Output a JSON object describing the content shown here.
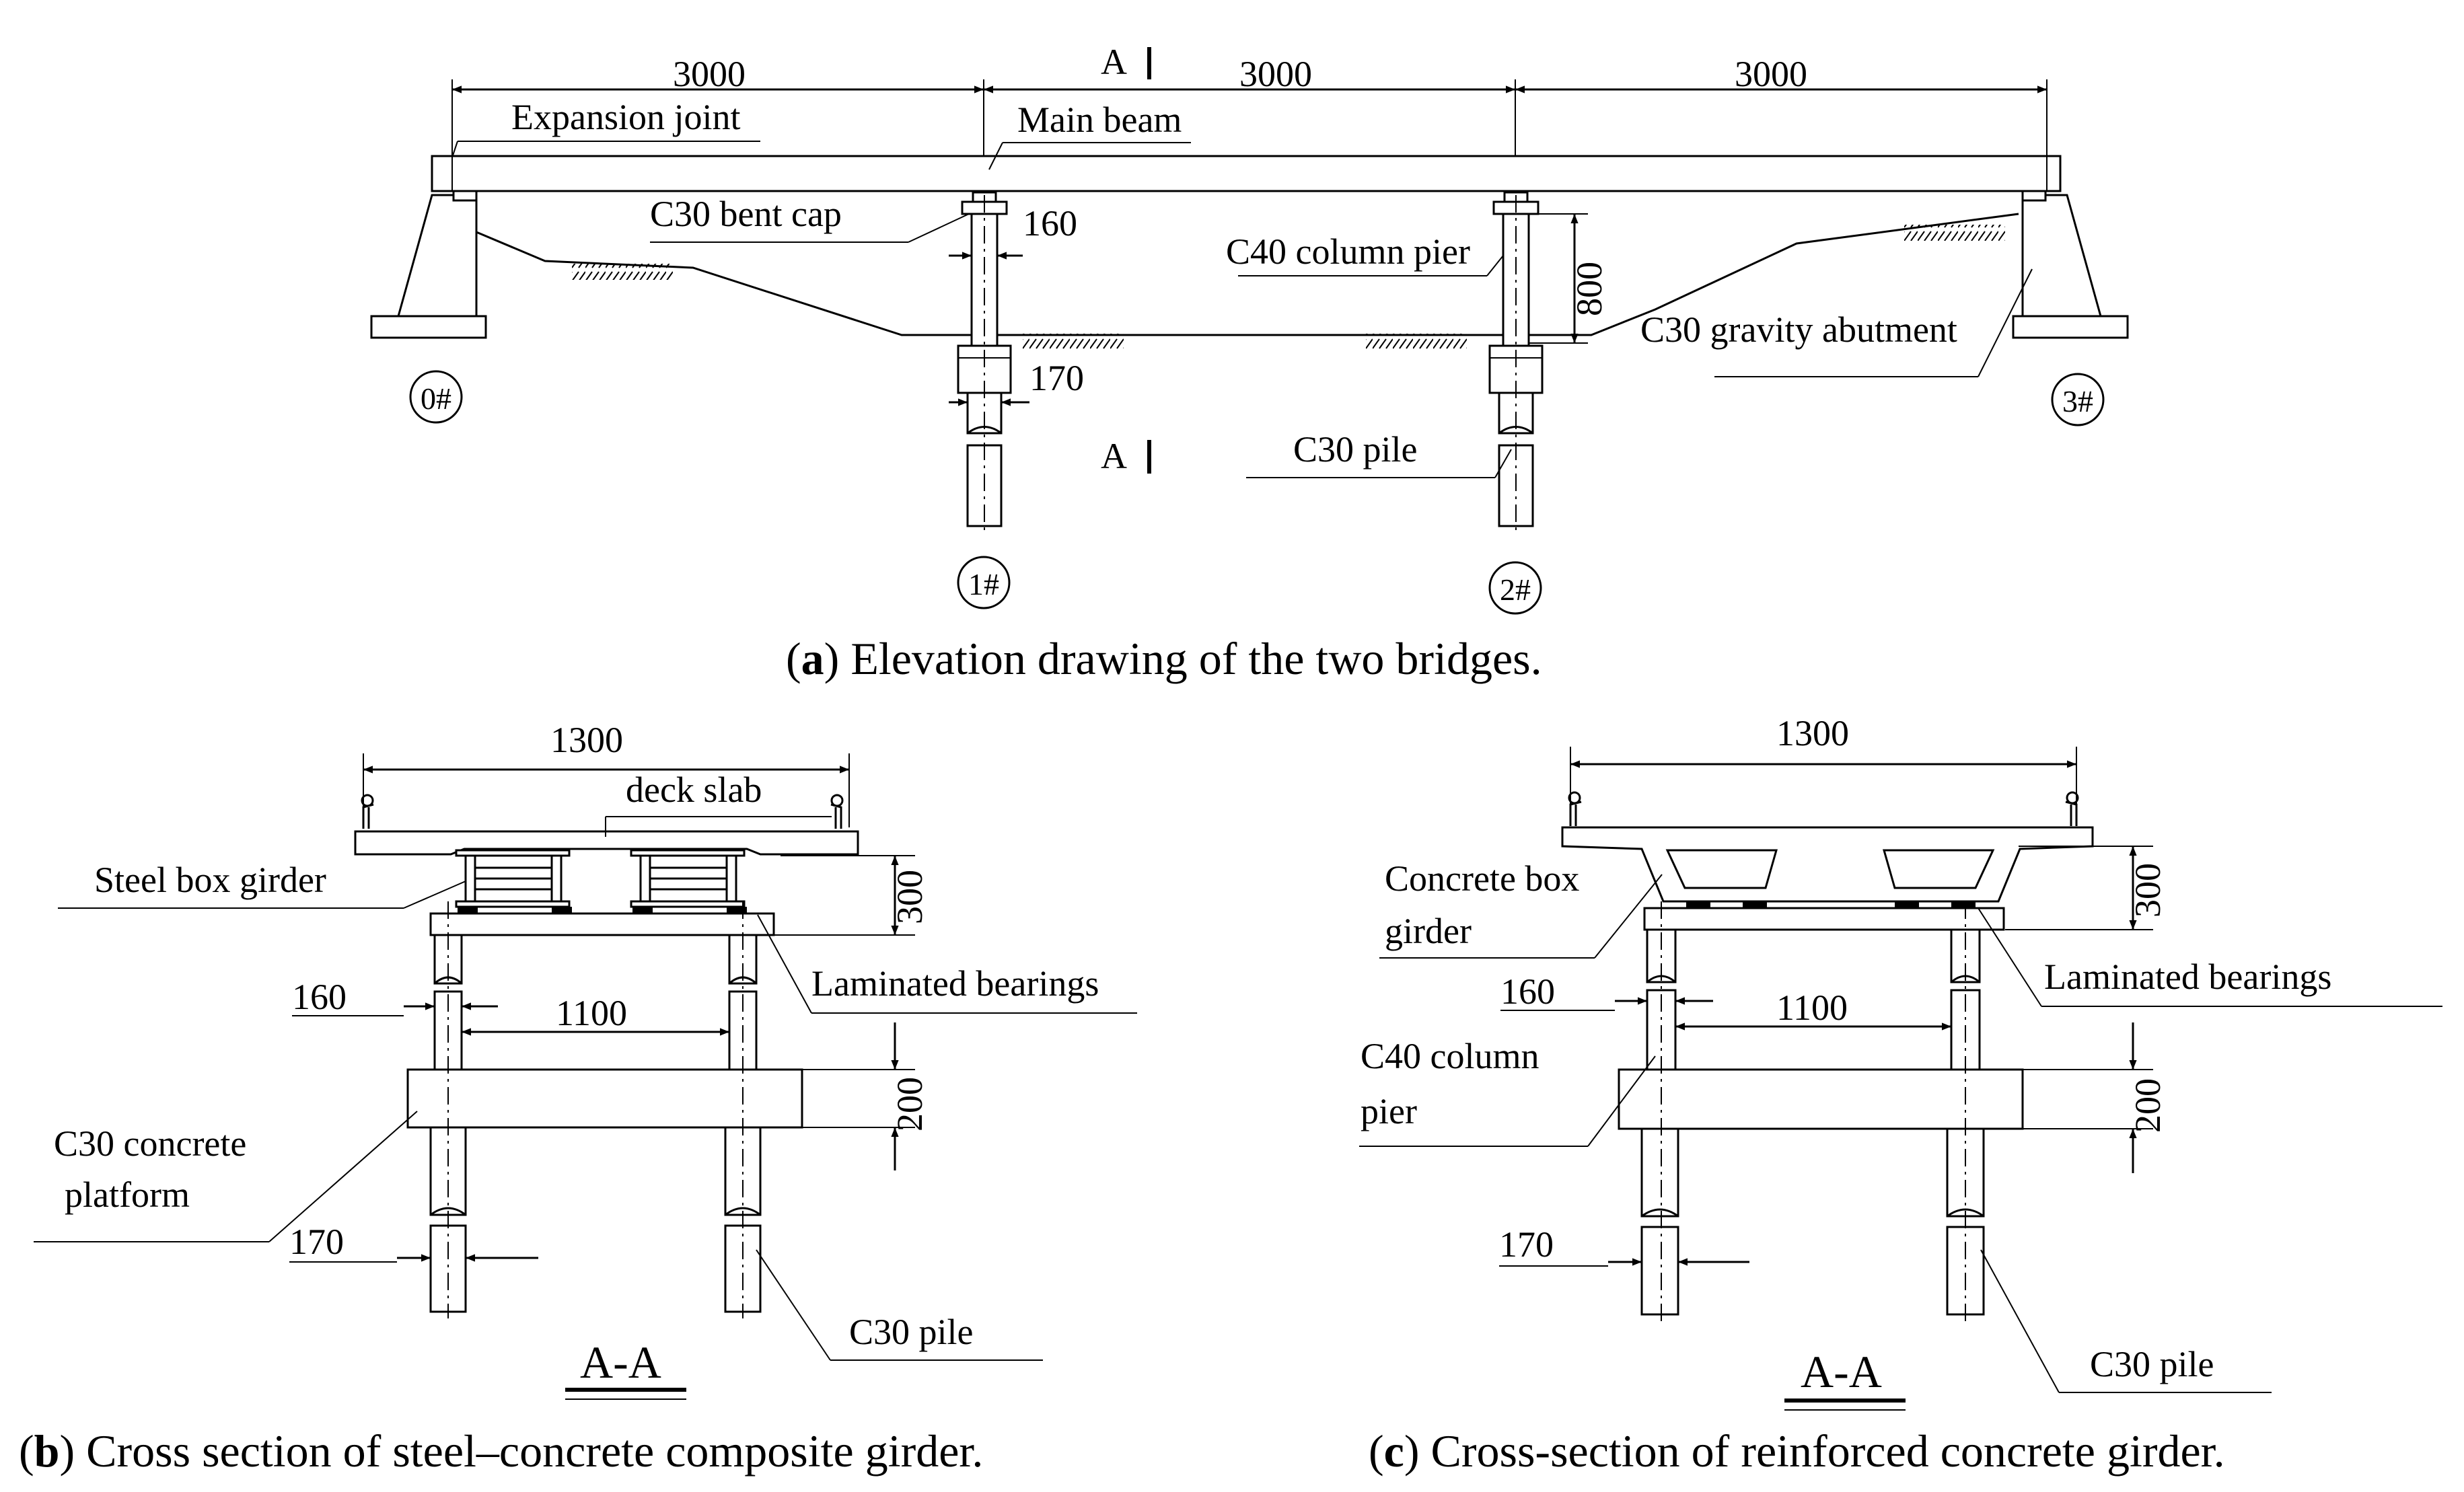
{
  "elevation": {
    "spans": [
      "3000",
      "3000",
      "3000"
    ],
    "section_mark": "A",
    "labels": {
      "expansion_joint": "Expansion joint",
      "main_beam": "Main beam",
      "bent_cap": "C30  bent  cap",
      "column_pier": "C40 column pier",
      "gravity_abutment": "C30 gravity abutment",
      "pile": "C30  pile"
    },
    "dims": {
      "pier_width": "160",
      "pile_width": "170",
      "pier_height": "800"
    },
    "axis_labels": [
      "0#",
      "1#",
      "2#",
      "3#"
    ],
    "caption_letter": "a",
    "caption_text": " Elevation drawing of the two bridges."
  },
  "section_b": {
    "top_width": "1300",
    "labels": {
      "deck_slab": "deck slab",
      "box_girder": "Steel box girder",
      "bearings": "Laminated bearings",
      "platform_line1": "C30 concrete",
      "platform_line2": "platform",
      "pile": "C30  pile"
    },
    "dims": {
      "girder_height": "300",
      "pier_width": "160",
      "pier_spacing": "1100",
      "platform_height": "200",
      "pile_width": "170"
    },
    "section_title": "A-A",
    "caption_letter": "b",
    "caption_text": " Cross section of steel–concrete composite girder."
  },
  "section_c": {
    "top_width": "1300",
    "labels": {
      "box_girder_line1": "Concrete box",
      "box_girder_line2": "girder",
      "bearings": "Laminated bearings",
      "pier_line1": "C40 column",
      "pier_line2": "pier",
      "pile": "C30  pile"
    },
    "dims": {
      "girder_height": "300",
      "pier_width": "160",
      "pier_spacing": "1100",
      "platform_height": "200",
      "pile_width": "170"
    },
    "section_title": "A-A",
    "caption_letter": "c",
    "caption_text": " Cross-section of reinforced concrete girder."
  }
}
